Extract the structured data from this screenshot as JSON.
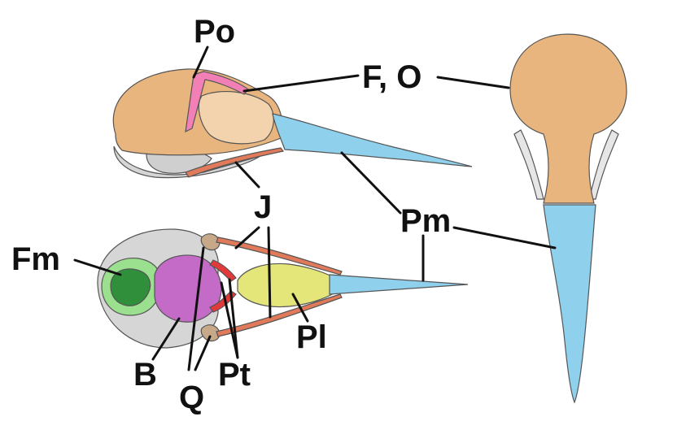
{
  "colors": {
    "frontal_occipital": "#e8b57e",
    "premaxilla": "#8fd0ec",
    "postorbital": "#f27fb5",
    "jugal": "#e07a5a",
    "foramen_magnum_outer": "#9be08e",
    "foramen_magnum_inner": "#2f8f3a",
    "basisphenoid": "#c46bc8",
    "palatine": "#e4e67a",
    "pterygoid": "#e23a3a",
    "quadrate": "#c7a98a",
    "bone_grey": "#d6d6d6",
    "label_text": "#111111"
  },
  "labels": {
    "po": "Po",
    "fo": "F, O",
    "j": "J",
    "pm": "Pm",
    "fm": "Fm",
    "pl": "Pl",
    "b": "B",
    "q": "Q",
    "pt": "Pt"
  }
}
